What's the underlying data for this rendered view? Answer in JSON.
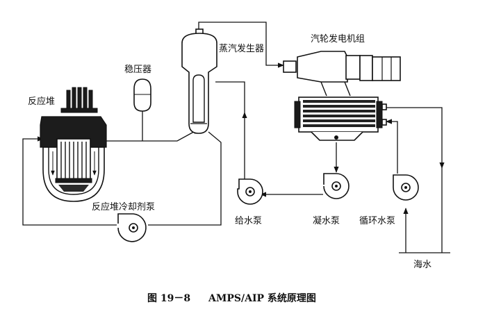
{
  "labels": {
    "reactor": "反应堆",
    "pressurizer": "稳压器",
    "steam_generator": "蒸汽发生器",
    "turbine_generator": "汽轮发电机组",
    "feedwater_pump": "给水泵",
    "condensate_pump": "凝水泵",
    "circulating_pump": "循环水泵",
    "reactor_coolant_pump": "反应堆冷却剂泵",
    "seawater": "海水"
  },
  "caption": {
    "number": "图 19－8",
    "title": "AMPS/AIP 系统原理图"
  }
}
